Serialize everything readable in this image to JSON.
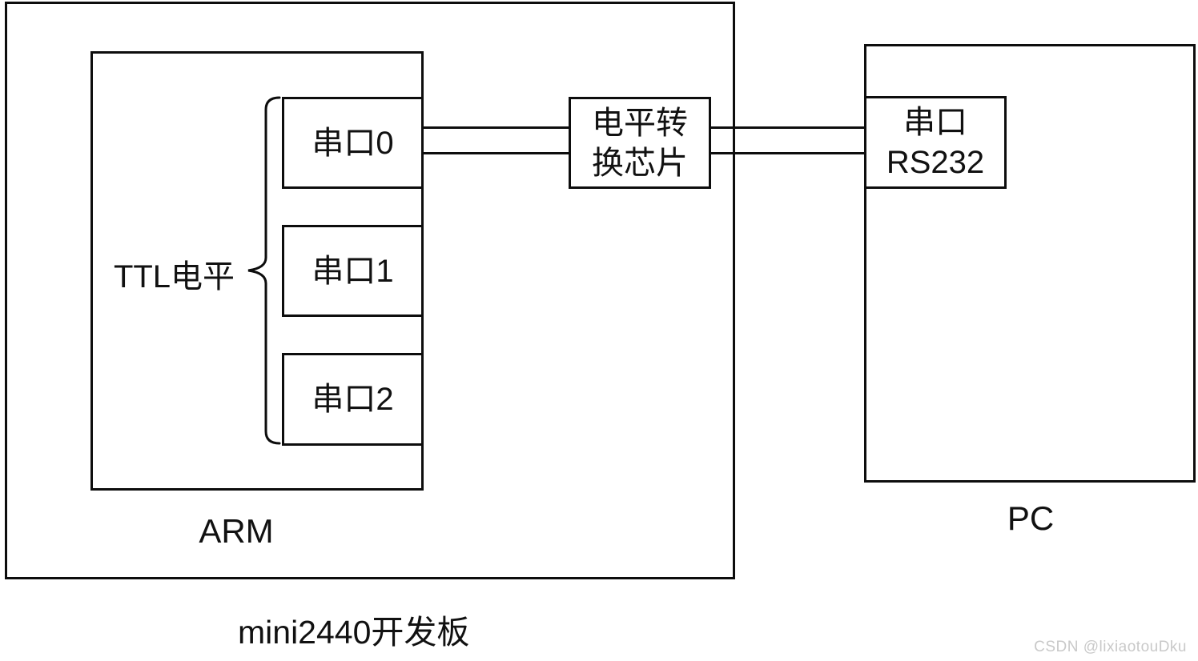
{
  "diagram": {
    "title_note": "serial connection diagram",
    "board": {
      "label": "mini2440开发板"
    },
    "arm": {
      "label": "ARM"
    },
    "ttl": {
      "label": "TTL电平"
    },
    "serial_ports": [
      {
        "label": "串口0"
      },
      {
        "label": "串口1"
      },
      {
        "label": "串口2"
      }
    ],
    "level_shifter": {
      "line1": "电平转",
      "line2": "换芯片"
    },
    "pc": {
      "label": "PC",
      "port": {
        "line1": "串口",
        "line2": "RS232"
      }
    },
    "watermark": "CSDN @lixiaotouDku",
    "colors": {
      "stroke": "#0d0d0d",
      "background": "#ffffff",
      "text": "#111111",
      "watermark": "#c9c9c9"
    }
  }
}
